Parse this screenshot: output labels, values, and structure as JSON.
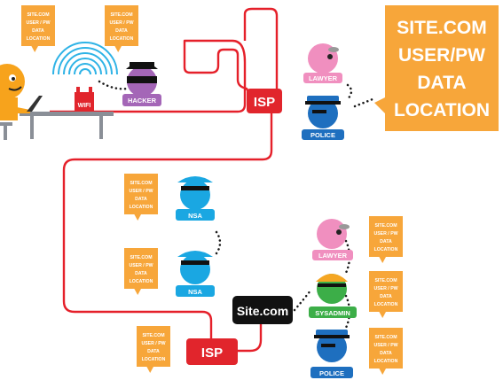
{
  "bubble_lines": [
    "SITE.COM",
    "USER / PW",
    "DATA",
    "LOCATION"
  ],
  "big_bubble_lines": [
    "SITE.COM",
    "USER/PW",
    "DATA",
    "LOCATION"
  ],
  "labels": {
    "wifi": "WIFI",
    "hacker": "HACKER",
    "isp_top": "ISP",
    "lawyer_top": "LAWYER",
    "police_top": "POLICE",
    "nsa_1": "NSA",
    "nsa_2": "NSA",
    "site": "Site.com",
    "isp_bottom": "ISP",
    "lawyer_bottom": "LAWYER",
    "sysadmin": "SYSADMIN",
    "police_bottom": "POLICE"
  },
  "colors": {
    "line": "#e5202a",
    "bubble": "#f7a63a",
    "isp": "#e1252c",
    "hacker": "#a466b7",
    "lawyer": "#f08fbf",
    "police": "#1e6fbf",
    "nsa": "#1aa7e2",
    "sysadmin": "#3cae48",
    "sysadmin_hat": "#f5a623",
    "user": "#f7a31c",
    "desk": "#8a8f97",
    "wifi": "#2fb3e6",
    "dots": "#1a1a1a"
  }
}
